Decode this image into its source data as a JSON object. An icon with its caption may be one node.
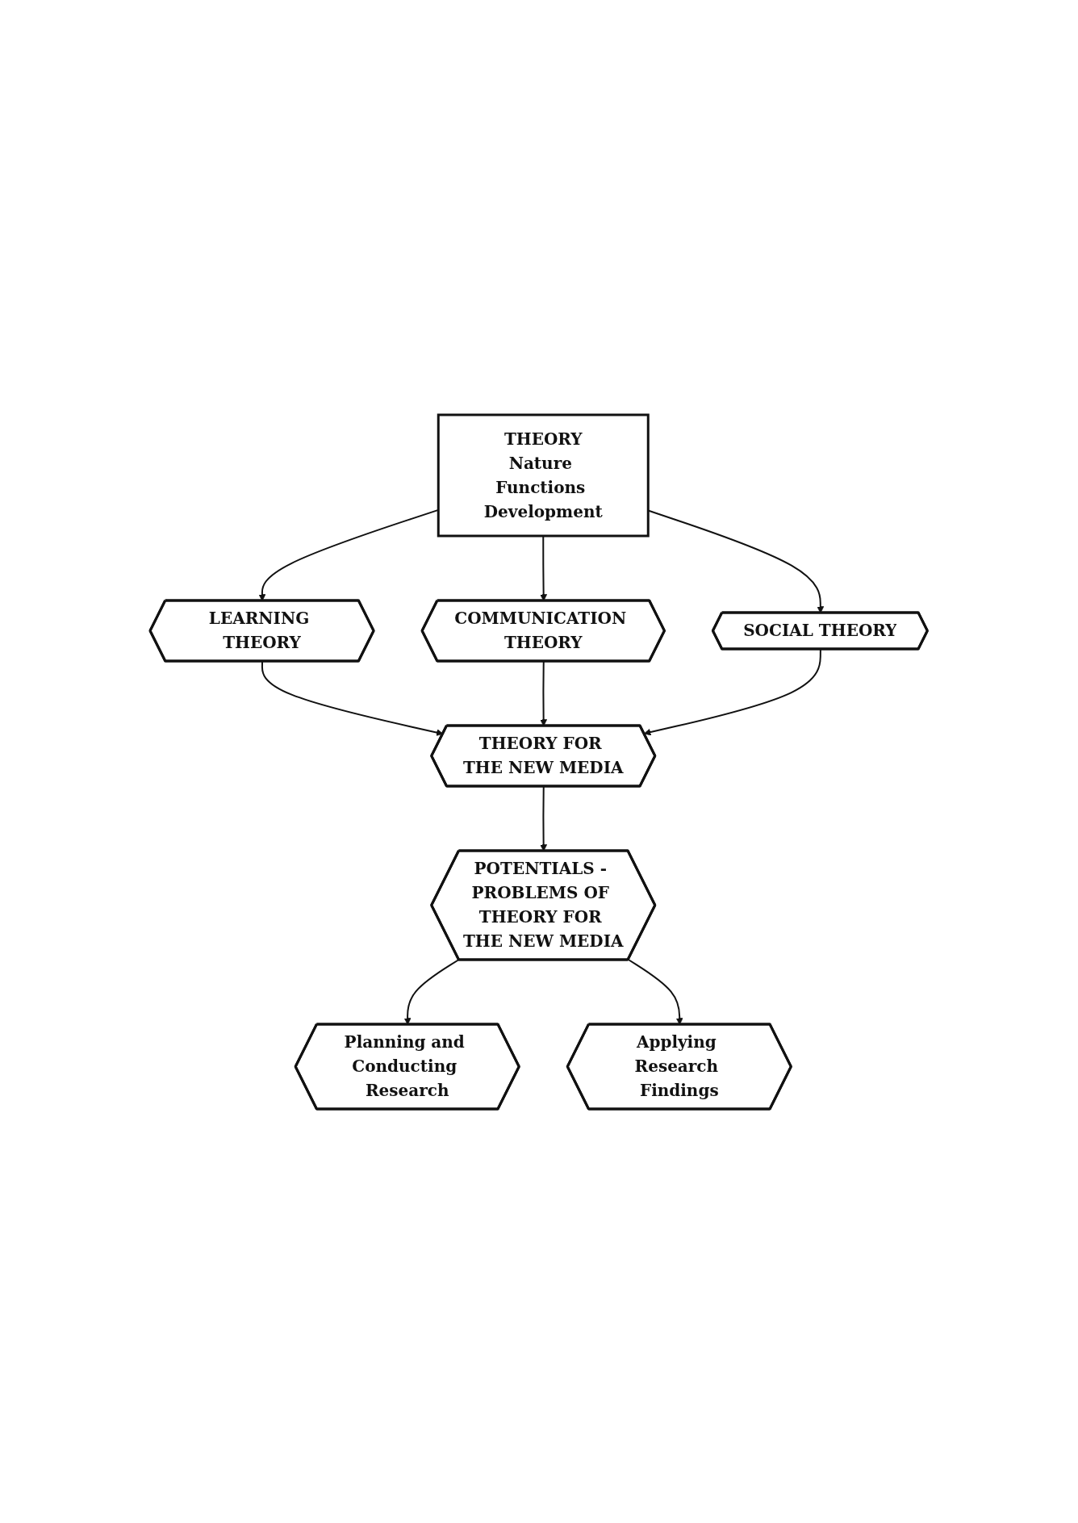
{
  "diagram": {
    "nodes": [
      {
        "text": [
          "THEORY",
          "Nature Functions Development"
        ]
      },
      {
        "text": [
          "LEARNING THEORY"
        ]
      },
      {
        "text": [
          "COMMUNICATION THEORY"
        ]
      },
      {
        "text": [
          "SOCIAL THEORY"
        ]
      },
      {
        "text": [
          "THEORY FOR THE NEW MEDIA"
        ]
      },
      {
        "text": [
          "POTENTIALS - PROBLEMS OF THEORY FOR THE NEW MEDIA"
        ]
      },
      {
        "text": [
          "Planning and Conducting Research"
        ]
      },
      {
        "text": [
          "Applying Research Findings"
        ]
      }
    ],
    "edges": [
      {
        "from": 0,
        "to": 1,
        "arrow": "to"
      },
      {
        "from": 0,
        "to": 2,
        "arrow": "to"
      },
      {
        "from": 0,
        "to": 3,
        "arrow": "to"
      },
      {
        "from": 1,
        "to": 4,
        "arrow": "to"
      },
      {
        "from": 2,
        "to": 4,
        "arrow": "to"
      },
      {
        "from": 3,
        "to": 4,
        "arrow": "to"
      },
      {
        "from": 4,
        "to": 5,
        "arrow": "to"
      },
      {
        "from": 5,
        "to": 6,
        "arrow": "to"
      },
      {
        "from": 5,
        "to": 7,
        "arrow": "to"
      }
    ]
  }
}
